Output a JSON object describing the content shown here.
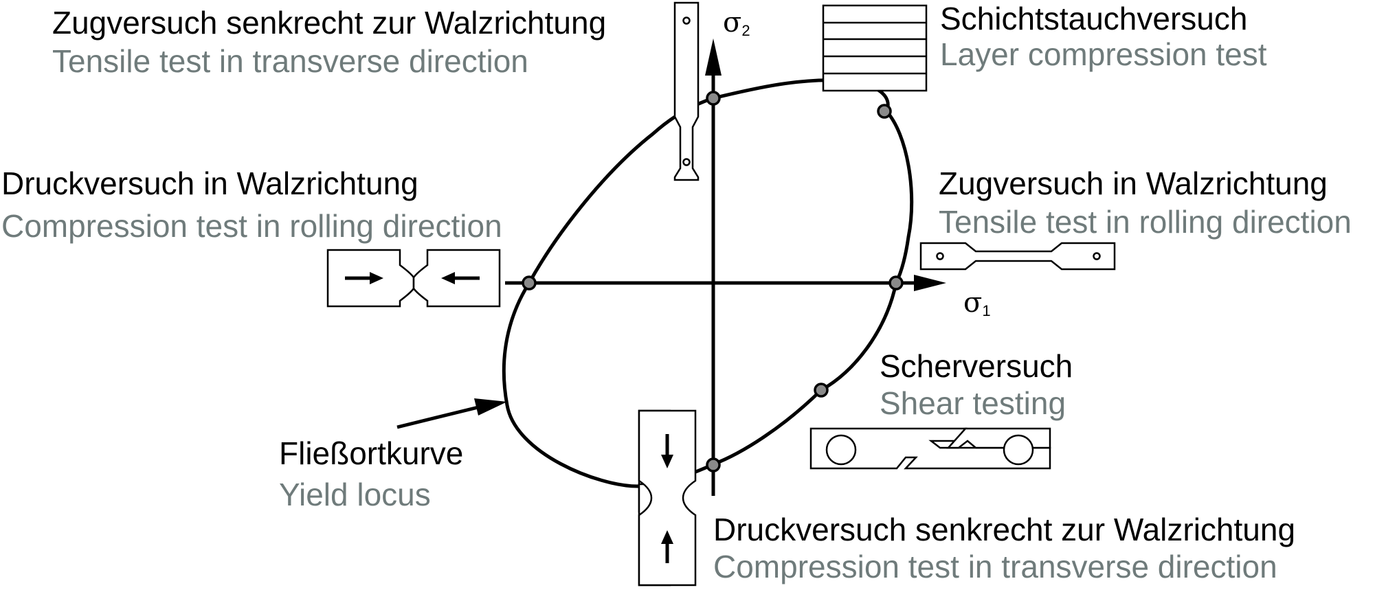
{
  "axes": {
    "sigma1": {
      "symbol": "σ",
      "subscript": "1"
    },
    "sigma2": {
      "symbol": "σ",
      "subscript": "2"
    }
  },
  "tests": {
    "tensile_transverse": {
      "de": "Zugversuch senkrecht zur Walzrichtung",
      "en": "Tensile test in transverse direction"
    },
    "layer_compression": {
      "de": "Schichtstauchversuch",
      "en": "Layer compression test"
    },
    "compression_rolling": {
      "de": "Druckversuch in Walzrichtung",
      "en": "Compression test in rolling direction"
    },
    "tensile_rolling": {
      "de": "Zugversuch in Walzrichtung",
      "en": "Tensile test in rolling direction"
    },
    "shear": {
      "de": "Scherversuch",
      "en": "Shear testing"
    },
    "yield_locus": {
      "de": "Fließortkurve",
      "en": "Yield locus"
    },
    "compression_transverse": {
      "de": "Druckversuch senkrecht zur Walzrichtung",
      "en": "Compression test in transverse direction"
    }
  },
  "colors": {
    "primary_text": "#000000",
    "secondary_text": "#6f7b7b",
    "marker_fill": "#8a8a8a",
    "line": "#000000"
  }
}
